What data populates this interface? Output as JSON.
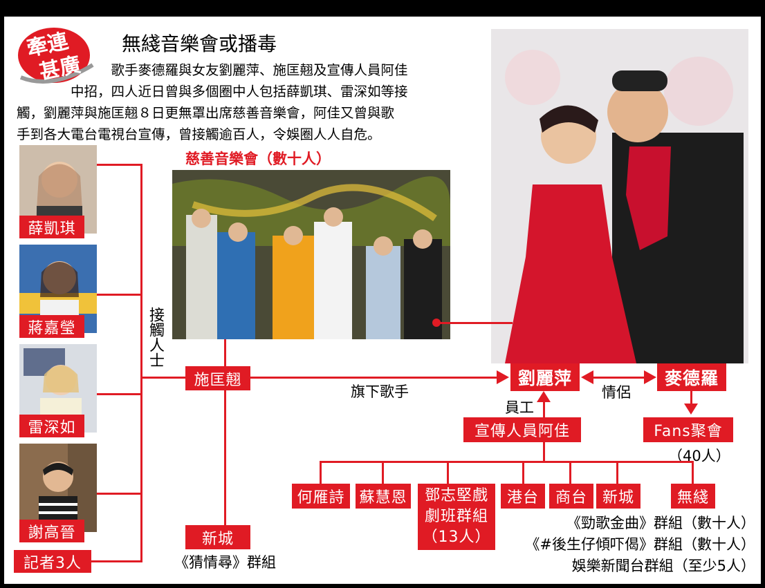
{
  "badge": {
    "line1": "牽連",
    "line2": "甚廣"
  },
  "headline": "無綫音樂會或播毒",
  "paragraph": [
    "　　　　　　　歌手麥德羅與女友劉麗萍、施匡翹及宣傳人員阿佳",
    "　　　　中招，四人近日曾與多個圈中人包括薛凱琪、雷深如等接",
    "觸，劉麗萍與施匡翹８日更無罩出席慈善音樂會，阿佳又曾與歌",
    "手到各大電台電視台宣傳，曾接觸逾百人，令娛圈人人自危。"
  ],
  "concert_caption": "慈善音樂會（數十人）",
  "contacts": [
    "薛凱琪",
    "蔣嘉瑩",
    "雷深如",
    "謝高晉",
    "記者3人"
  ],
  "contact_label": "接觸人士",
  "nodes": {
    "shi": "施匡翹",
    "lau": "劉麗萍",
    "mak": "麥德羅",
    "staff": "宣傳人員阿佳",
    "fans": "Fans聚會",
    "fans_count": "（40人）",
    "sun_city": "新城",
    "sun_city_group": "《猜情尋》群組"
  },
  "relations": {
    "signed": "旗下歌手",
    "couple": "情侶",
    "employee": "員工"
  },
  "contacts_bottom": [
    "何雁詩",
    "蘇慧恩",
    "港台",
    "商台",
    "新城",
    "無綫"
  ],
  "troupe": [
    "鄧志堅戲",
    "劇班群組",
    "（13人）"
  ],
  "tvb_groups": [
    "《勁歌金曲》群組（數十人）",
    "《#後生仔傾吓偈》群組（數十人）",
    "娛樂新聞台群組（至少5人）"
  ],
  "colors": {
    "accent": "#e01b24",
    "background": "#ffffff",
    "frame": "#000000"
  }
}
